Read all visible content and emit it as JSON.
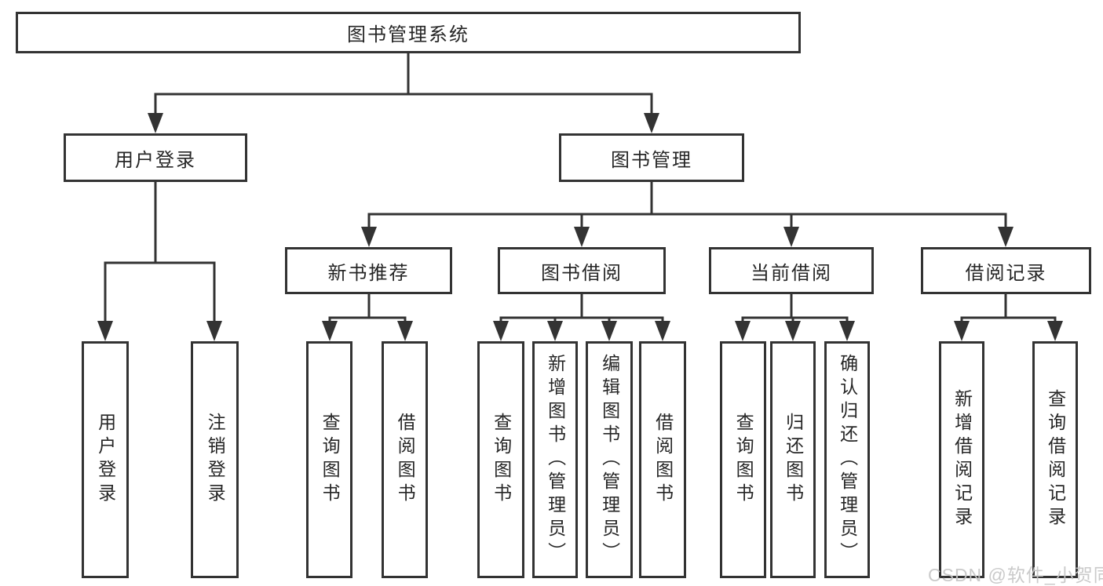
{
  "tree": {
    "root": {
      "label": "图书管理系统"
    },
    "branches": [
      {
        "label": "用户登录",
        "children": [
          {
            "label": "用户登录"
          },
          {
            "label": "注销登录"
          }
        ]
      },
      {
        "label": "图书管理",
        "groups": [
          {
            "label": "新书推荐",
            "children": [
              {
                "label": "查询图书"
              },
              {
                "label": "借阅图书"
              }
            ]
          },
          {
            "label": "图书借阅",
            "children": [
              {
                "label": "查询图书"
              },
              {
                "label": "新增图书（管理员）"
              },
              {
                "label": "编辑图书（管理员）"
              },
              {
                "label": "借阅图书"
              }
            ]
          },
          {
            "label": "当前借阅",
            "children": [
              {
                "label": "查询图书"
              },
              {
                "label": "归还图书"
              },
              {
                "label": "确认归还（管理员）"
              }
            ]
          },
          {
            "label": "借阅记录",
            "children": [
              {
                "label": "新增借阅记录"
              },
              {
                "label": "查询借阅记录"
              }
            ]
          }
        ]
      }
    ]
  },
  "watermark": {
    "text": "CSDN @软件_小贺同学"
  },
  "colors": {
    "line": "#333333",
    "text": "#262626",
    "watermark": "#c6c6c6",
    "background": "#ffffff"
  }
}
